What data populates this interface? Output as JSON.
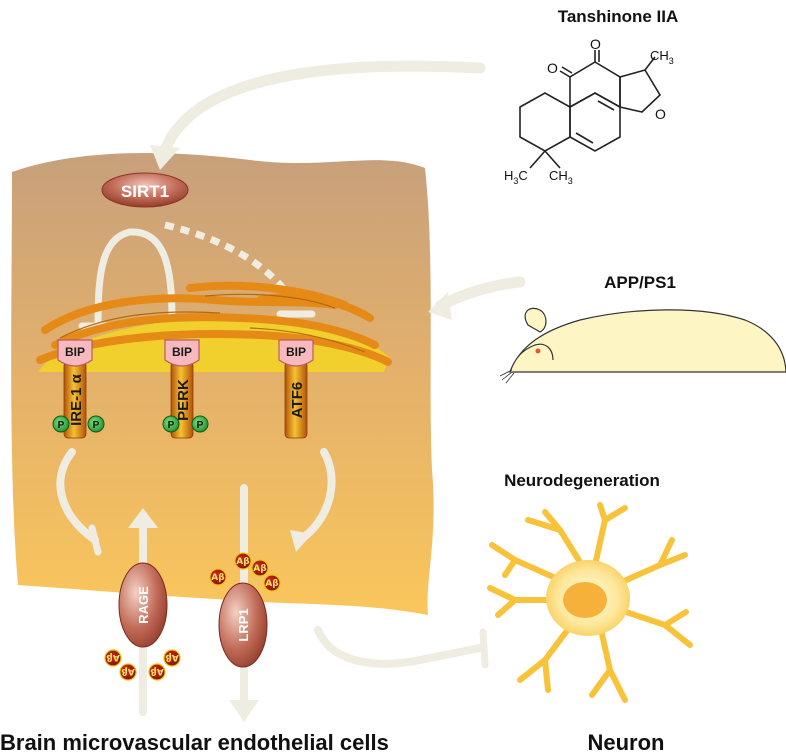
{
  "labels": {
    "drug": "Tanshinone IIA",
    "model": "APP/PS1",
    "neurodegeneration": "Neurodegeneration",
    "cell_type": "Brain microvascular endothelial cells",
    "neuron": "Neuron"
  },
  "molecule": {
    "oxo_top": "O",
    "oxo_left": "O",
    "methyl": "CH",
    "methyl_sub": "3",
    "ring_oxygen": "O",
    "gem_left": "H",
    "gem_left_sub": "3",
    "gem_left_c": "C",
    "gem_right": "CH",
    "gem_right_sub": "3"
  },
  "proteins": {
    "sirt1": "SIRT1",
    "bip": "BIP",
    "ire1": "IRE-1 α",
    "perk": "PERK",
    "atf6": "ATF6",
    "rage": "RAGE",
    "lrp1": "LRP1",
    "abeta": "Aβ",
    "phospho": "P"
  },
  "colors": {
    "cell_top": "#c8a17d",
    "cell_bottom": "#f7c15e",
    "arrow": "#efece2",
    "er_orange": "#e58a17",
    "er_yellow": "#f1cf2c",
    "bip_pink": "#f6b9bd",
    "receptor": "#b0513f",
    "neuron": "#fbd03a"
  }
}
